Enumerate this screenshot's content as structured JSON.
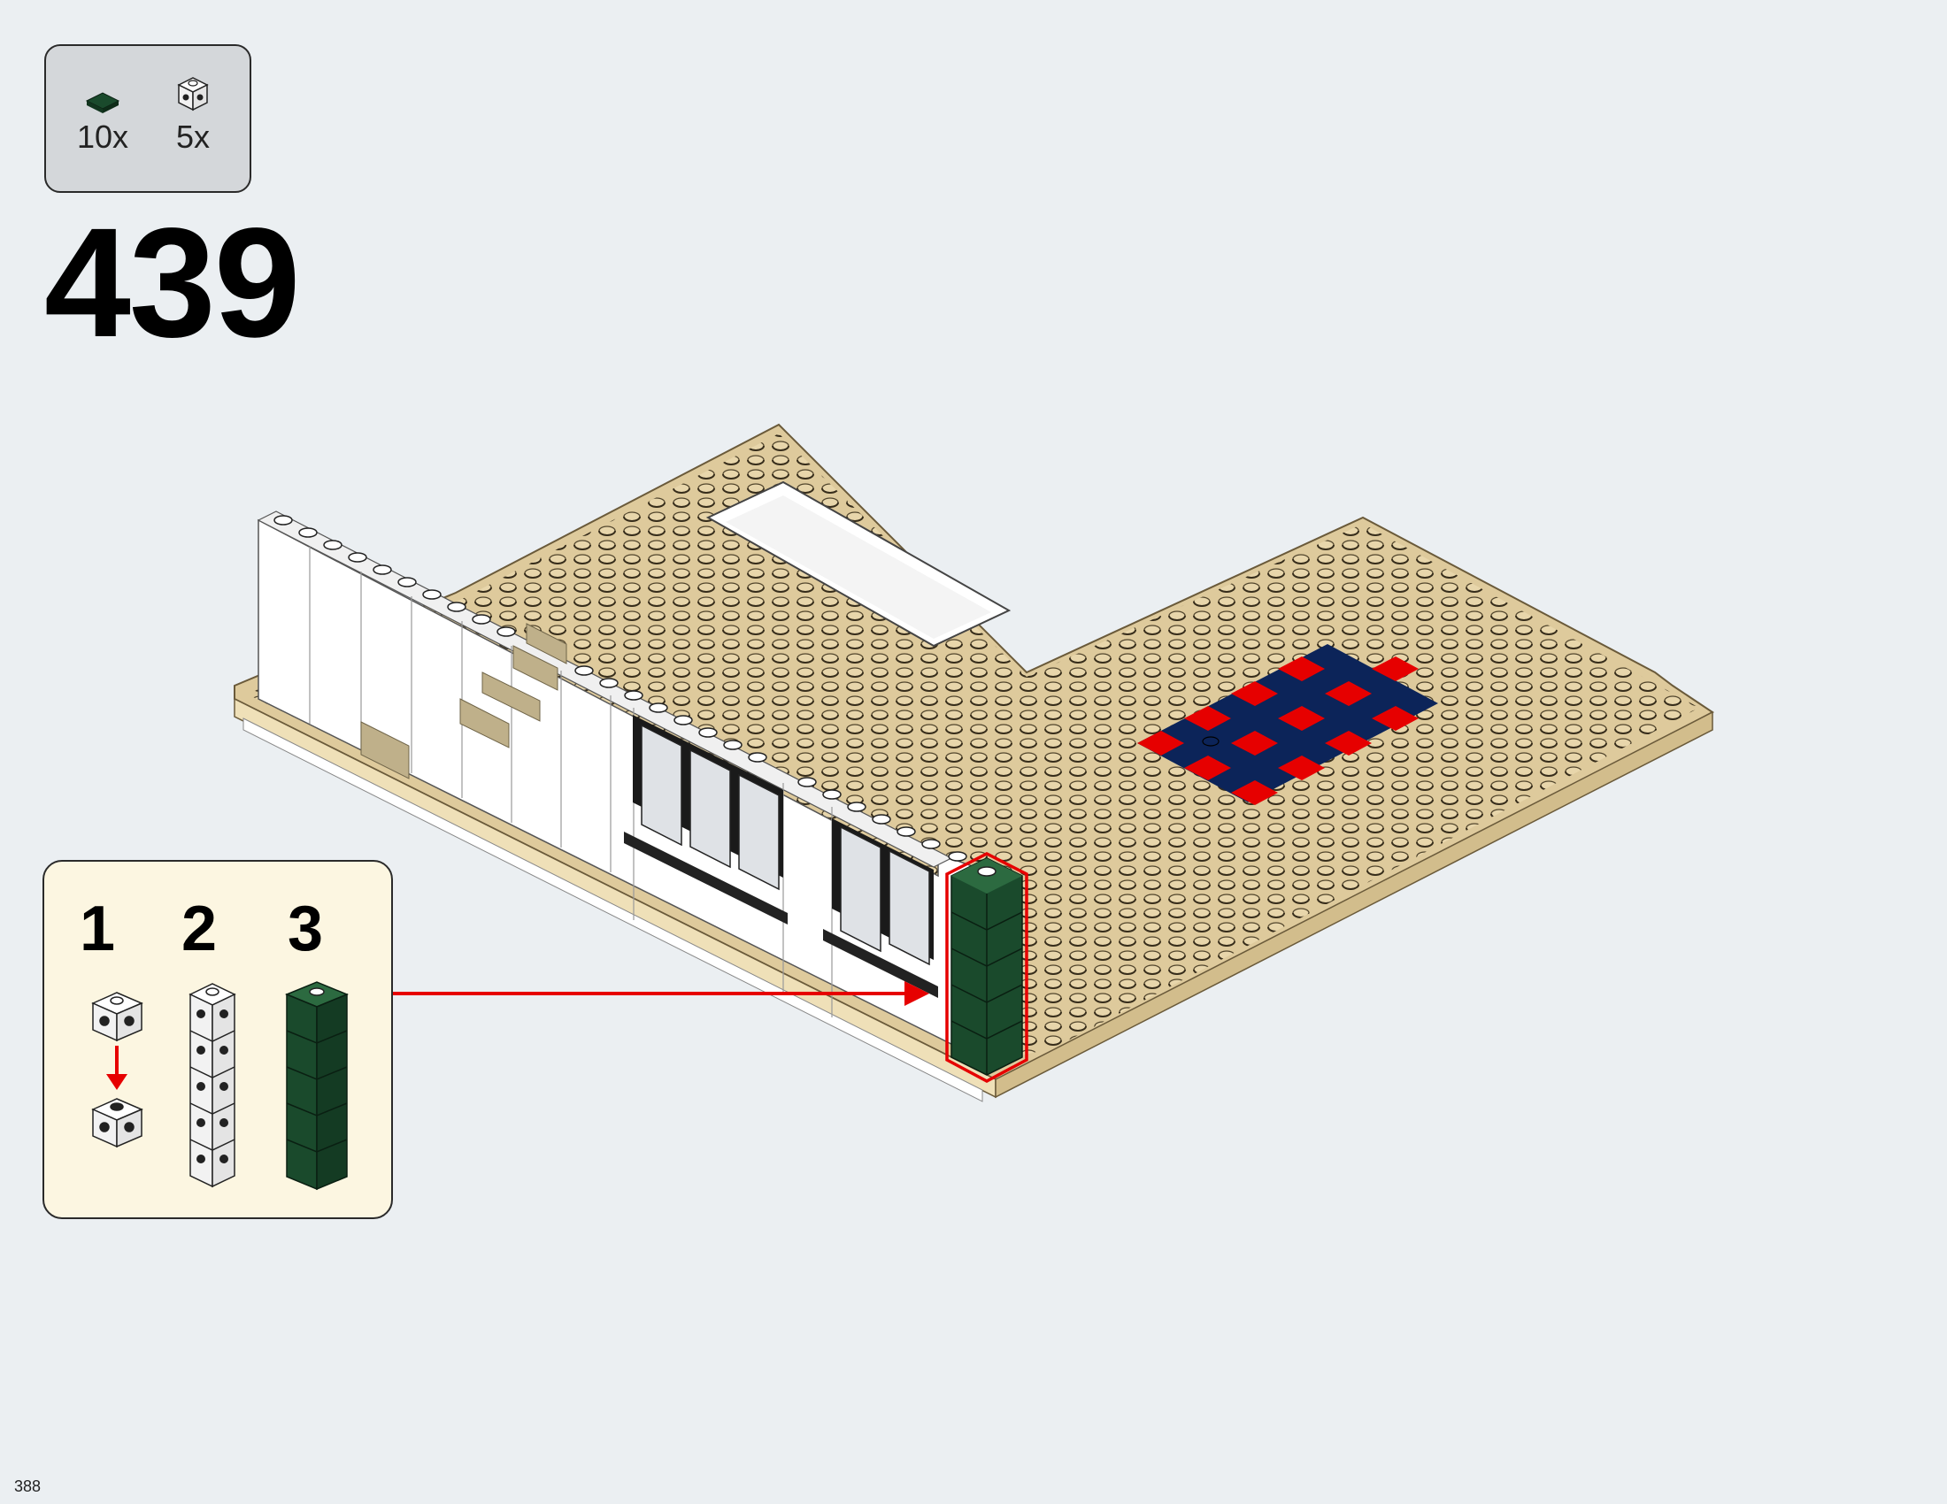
{
  "parts": [
    {
      "qty": "10x",
      "color": "#1a4a2c",
      "icon": "dark-green-tile-icon"
    },
    {
      "qty": "5x",
      "color": "#ffffff",
      "icon": "white-brick-with-studs-icon"
    }
  ],
  "step_number": "439",
  "substeps": [
    "1",
    "2",
    "3"
  ],
  "page_number": "388",
  "colors": {
    "background": "#ebeff2",
    "tan": "#deca9c",
    "dark_green": "#1a4a2c",
    "red": "#e60000",
    "navy": "#0c2459",
    "callout_bg": "#fcf6e1"
  }
}
